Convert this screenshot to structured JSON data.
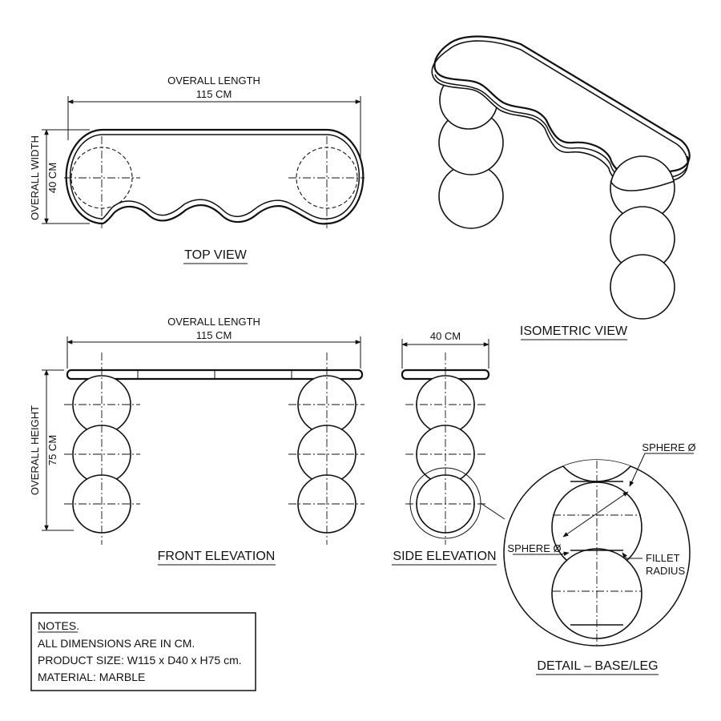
{
  "top_view": {
    "title": "TOP VIEW",
    "length_label": "OVERALL LENGTH",
    "length_value": "115 CM",
    "width_label": "OVERALL WIDTH",
    "width_value": "40 CM"
  },
  "isometric_view": {
    "title": "ISOMETRIC VIEW"
  },
  "front_elevation": {
    "title": "FRONT ELEVATION",
    "length_label": "OVERALL LENGTH",
    "length_value": "115 CM",
    "height_label": "OVERALL HEIGHT",
    "height_value": "75 CM"
  },
  "side_elevation": {
    "title": "SIDE ELEVATION",
    "depth_value": "40 CM"
  },
  "detail": {
    "title": "DETAIL – BASE/LEG",
    "sphere_top": "SPHERE Ø",
    "sphere_left": "SPHERE Ø",
    "fillet_1": "FILLET",
    "fillet_2": "RADIUS"
  },
  "notes": {
    "heading": "NOTES.",
    "lines": [
      "ALL DIMENSIONS ARE IN CM.",
      "PRODUCT SIZE: W115 x D40 x H75 cm.",
      "MATERIAL: MARBLE"
    ]
  }
}
